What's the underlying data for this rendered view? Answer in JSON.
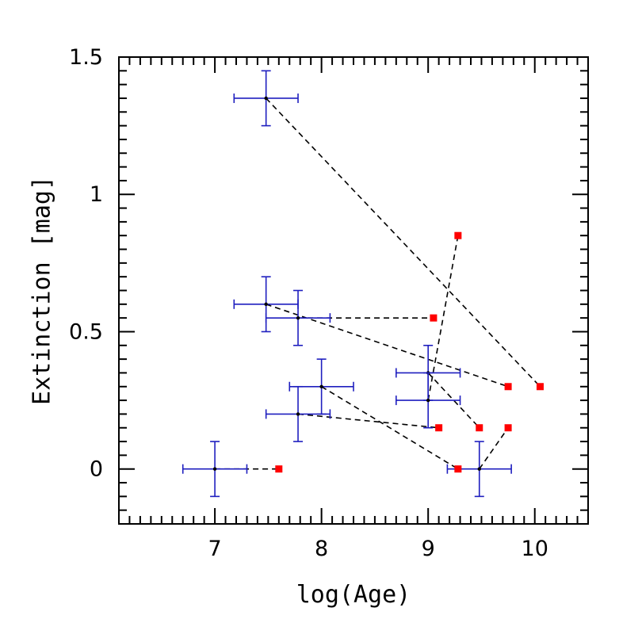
{
  "chart_data": {
    "type": "scatter",
    "title": "",
    "xlabel": "log(Age)",
    "ylabel": "Extinction [mag]",
    "xlim": [
      6.1,
      10.5
    ],
    "ylim": [
      -0.2,
      1.5
    ],
    "xticks": [
      7,
      8,
      9,
      10
    ],
    "xtick_labels": [
      "7",
      "8",
      "9",
      "10"
    ],
    "yticks": [
      0,
      0.5,
      1,
      1.5
    ],
    "ytick_labels": [
      "0",
      "0.5",
      "1",
      "1.5"
    ],
    "grid": false,
    "colors": {
      "errorbar": "#1f1fbf",
      "point": "#000000",
      "square": "#ff0000",
      "link": "#000000"
    },
    "measured": [
      {
        "x": 7.0,
        "y": 0.0,
        "xerr": 0.3,
        "yerr": 0.1
      },
      {
        "x": 7.48,
        "y": 1.35,
        "xerr": 0.3,
        "yerr": 0.1
      },
      {
        "x": 7.48,
        "y": 0.6,
        "xerr": 0.3,
        "yerr": 0.1
      },
      {
        "x": 7.78,
        "y": 0.55,
        "xerr": 0.3,
        "yerr": 0.1
      },
      {
        "x": 7.78,
        "y": 0.2,
        "xerr": 0.3,
        "yerr": 0.1
      },
      {
        "x": 8.0,
        "y": 0.3,
        "xerr": 0.3,
        "yerr": 0.1
      },
      {
        "x": 9.0,
        "y": 0.35,
        "xerr": 0.3,
        "yerr": 0.1
      },
      {
        "x": 9.0,
        "y": 0.25,
        "xerr": 0.3,
        "yerr": 0.1
      },
      {
        "x": 9.48,
        "y": 0.0,
        "xerr": 0.3,
        "yerr": 0.1
      }
    ],
    "model": [
      {
        "x": 7.6,
        "y": 0.0
      },
      {
        "x": 10.05,
        "y": 0.3
      },
      {
        "x": 9.75,
        "y": 0.3
      },
      {
        "x": 9.05,
        "y": 0.55
      },
      {
        "x": 9.1,
        "y": 0.15
      },
      {
        "x": 9.48,
        "y": 0.15
      },
      {
        "x": 9.28,
        "y": 0.85
      },
      {
        "x": 9.28,
        "y": 0.0
      },
      {
        "x": 9.75,
        "y": 0.15
      }
    ],
    "links": [
      [
        7.0,
        0.0,
        7.6,
        0.0
      ],
      [
        7.48,
        1.35,
        10.05,
        0.3
      ],
      [
        7.48,
        0.6,
        9.75,
        0.3
      ],
      [
        7.78,
        0.55,
        9.05,
        0.55
      ],
      [
        7.78,
        0.2,
        9.1,
        0.15
      ],
      [
        8.0,
        0.3,
        9.28,
        0.0
      ],
      [
        9.0,
        0.35,
        9.48,
        0.15
      ],
      [
        9.0,
        0.25,
        9.28,
        0.85
      ],
      [
        9.48,
        0.0,
        9.75,
        0.15
      ]
    ]
  }
}
